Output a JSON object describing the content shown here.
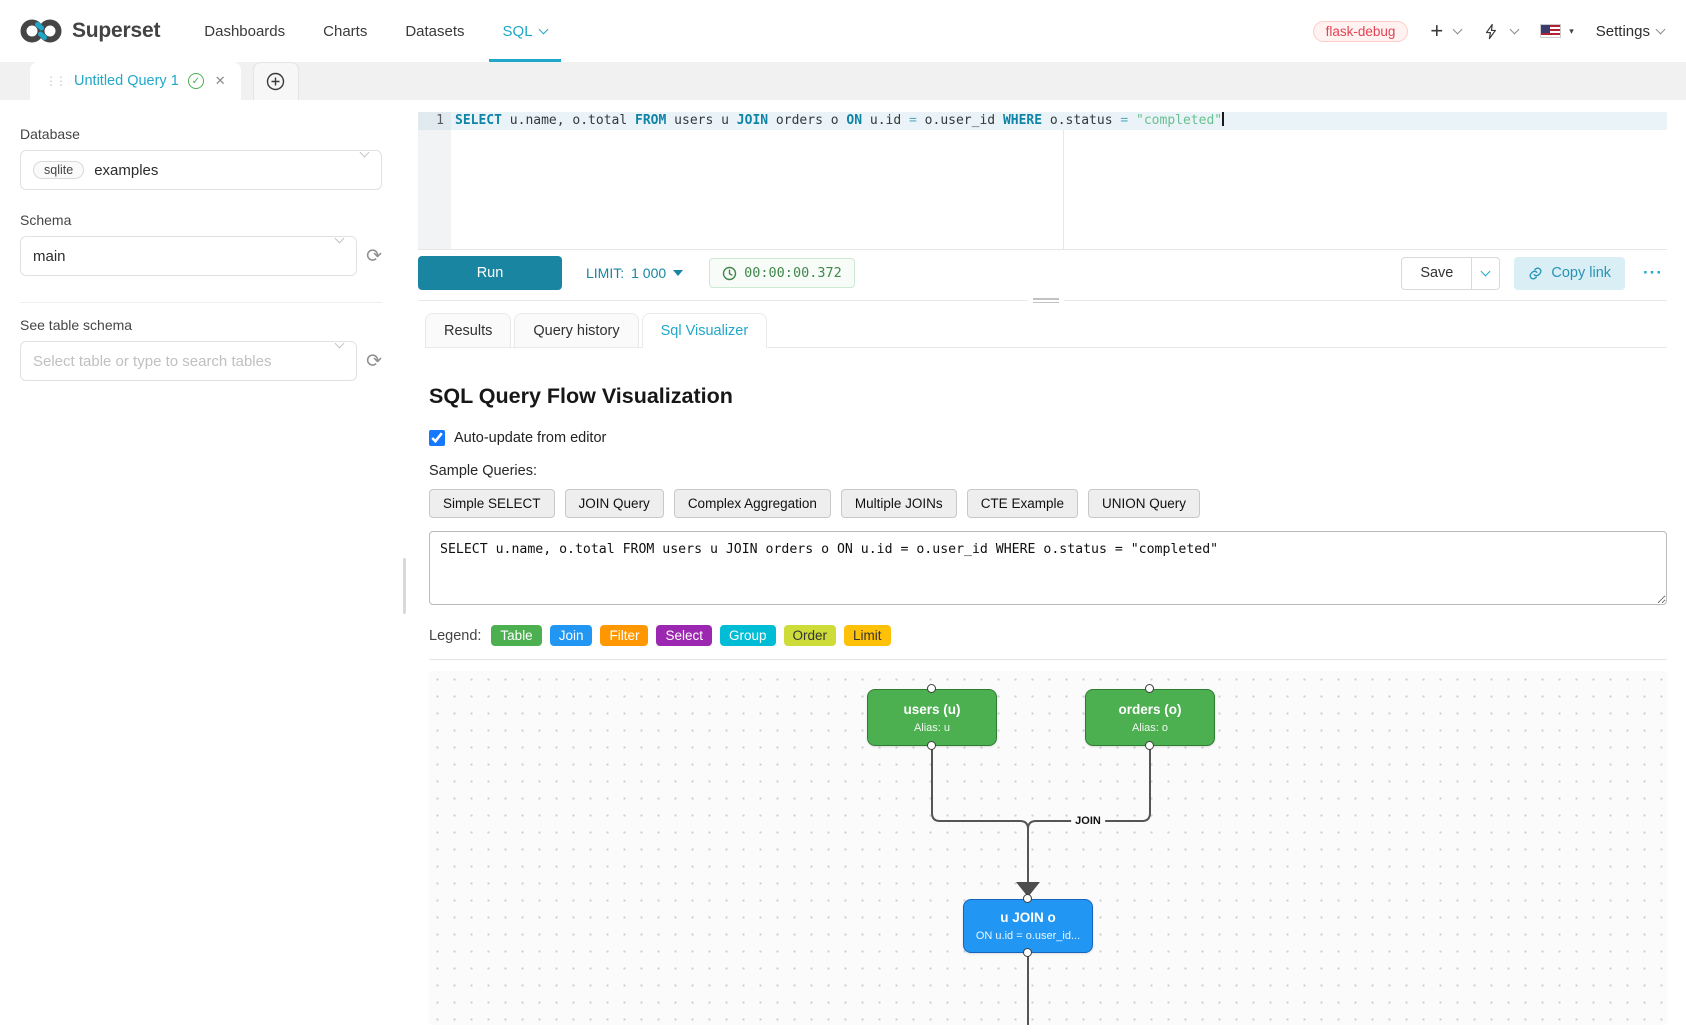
{
  "colors": {
    "accent": "#20a7c9",
    "run_button": "#1a85a0",
    "env_badge_red": "#e04355",
    "timer_green": "#41864b",
    "checkbox_blue": "#1677ff"
  },
  "nav": {
    "brand": "Superset",
    "items": [
      {
        "label": "Dashboards"
      },
      {
        "label": "Charts"
      },
      {
        "label": "Datasets"
      },
      {
        "label": "SQL"
      }
    ],
    "env_badge": "flask-debug",
    "settings": "Settings"
  },
  "query_tab": {
    "title": "Untitled Query 1"
  },
  "sidebar": {
    "database_label": "Database",
    "database_engine": "sqlite",
    "database_name": "examples",
    "schema_label": "Schema",
    "schema_name": "main",
    "table_label": "See table schema",
    "table_placeholder": "Select table or type to search tables"
  },
  "editor": {
    "line_number": "1",
    "tokens": [
      {
        "text": "SELECT",
        "type": "kw"
      },
      {
        "text": " u.name, o.total ",
        "type": "plain"
      },
      {
        "text": "FROM",
        "type": "kw"
      },
      {
        "text": " users u ",
        "type": "plain"
      },
      {
        "text": "JOIN",
        "type": "kw"
      },
      {
        "text": " orders o ",
        "type": "plain"
      },
      {
        "text": "ON",
        "type": "kw"
      },
      {
        "text": " u.id ",
        "type": "plain"
      },
      {
        "text": "=",
        "type": "op"
      },
      {
        "text": " o.user_id ",
        "type": "plain"
      },
      {
        "text": "WHERE",
        "type": "kw"
      },
      {
        "text": " o.status ",
        "type": "plain"
      },
      {
        "text": "=",
        "type": "op"
      },
      {
        "text": " ",
        "type": "plain"
      },
      {
        "text": "\"completed\"",
        "type": "str"
      }
    ]
  },
  "toolbar": {
    "run": "Run",
    "limit_label": "LIMIT:",
    "limit_value": "1 000",
    "timer": "00:00:00.372",
    "save": "Save",
    "copy_link": "Copy link",
    "more": "···"
  },
  "result_tabs": {
    "tabs": [
      {
        "label": "Results"
      },
      {
        "label": "Query history"
      },
      {
        "label": "Sql Visualizer"
      }
    ]
  },
  "visualizer": {
    "title": "SQL Query Flow Visualization",
    "auto_update": "Auto-update from editor",
    "samples_label": "Sample Queries:",
    "samples": [
      {
        "label": "Simple SELECT"
      },
      {
        "label": "JOIN Query"
      },
      {
        "label": "Complex Aggregation"
      },
      {
        "label": "Multiple JOINs"
      },
      {
        "label": "CTE Example"
      },
      {
        "label": "UNION Query"
      }
    ],
    "query_text": "SELECT u.name, o.total FROM users u JOIN orders o ON u.id = o.user_id WHERE o.status = \"completed\"",
    "legend_label": "Legend:",
    "legend": [
      {
        "label": "Table",
        "color": "#4caf50",
        "text": "#ffffff"
      },
      {
        "label": "Join",
        "color": "#2196f3",
        "text": "#ffffff"
      },
      {
        "label": "Filter",
        "color": "#ff9800",
        "text": "#ffffff"
      },
      {
        "label": "Select",
        "color": "#9c27b0",
        "text": "#ffffff"
      },
      {
        "label": "Group",
        "color": "#00bcd4",
        "text": "#ffffff"
      },
      {
        "label": "Order",
        "color": "#cddc39",
        "text": "#333333"
      },
      {
        "label": "Limit",
        "color": "#ffc107",
        "text": "#333333"
      }
    ],
    "flow": {
      "nodes": [
        {
          "title": "users (u)",
          "subtitle": "Alias: u",
          "type": "table"
        },
        {
          "title": "orders (o)",
          "subtitle": "Alias: o",
          "type": "table"
        },
        {
          "title": "u JOIN o",
          "subtitle": "ON u.id = o.user_id...",
          "type": "join"
        }
      ],
      "edge_label": "JOIN",
      "node_colors": {
        "table": {
          "bg": "#4caf50",
          "border": "#2e7d32"
        },
        "join": {
          "bg": "#2196f3",
          "border": "#1565c0"
        }
      }
    }
  }
}
